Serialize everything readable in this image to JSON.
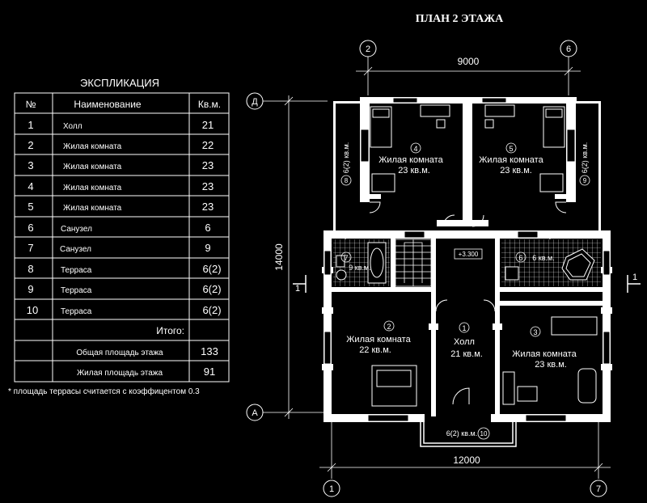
{
  "plan_title": "ПЛАН 2 ЭТАЖА",
  "explication": {
    "title": "ЭКСПЛИКАЦИЯ",
    "headers": [
      "№",
      "Наименование",
      "Кв.м."
    ],
    "rows": [
      {
        "no": "1",
        "name": "Холл",
        "area": "21"
      },
      {
        "no": "2",
        "name": "Жилая комната",
        "area": "22"
      },
      {
        "no": "3",
        "name": "Жилая комната",
        "area": "23"
      },
      {
        "no": "4",
        "name": "Жилая комната",
        "area": "23"
      },
      {
        "no": "5",
        "name": "Жилая комната",
        "area": "23"
      },
      {
        "no": "6",
        "name": "Санузел",
        "area": "6"
      },
      {
        "no": "7",
        "name": "Санузел",
        "area": "9"
      },
      {
        "no": "8",
        "name": "Терраса",
        "area": "6(2)"
      },
      {
        "no": "9",
        "name": "Терраса",
        "area": "6(2)"
      },
      {
        "no": "10",
        "name": "Терраса",
        "area": "6(2)"
      }
    ],
    "total_label": "Итого:",
    "total_general_label": "Общая площадь этажа",
    "total_general_value": "133",
    "total_living_label": "Жилая площадь этажа",
    "total_living_value": "91",
    "footnote": "* площадь террасы считается с коэффицентом 0.3"
  },
  "axes": {
    "top_left": "2",
    "top_right": "6",
    "bottom_left": "1",
    "bottom_right": "7",
    "left_top": "Д",
    "left_bottom": "А"
  },
  "dimensions": {
    "top_span": "9000",
    "bottom_span": "12000",
    "left_span": "14000"
  },
  "section_marks": {
    "left": "1",
    "right": "1"
  },
  "elevation_mark": "+3.300",
  "rooms": {
    "r1_no": "1",
    "r1_name": "Холл",
    "r1_area": "21 кв.м.",
    "r2_no": "2",
    "r2_name": "Жилая комната",
    "r2_area": "22 кв.м.",
    "r3_no": "3",
    "r3_name": "Жилая комната",
    "r3_area": "23 кв.м.",
    "r4_no": "4",
    "r4_name": "Жилая комната",
    "r4_area": "23 кв.м.",
    "r5_no": "5",
    "r5_name": "Жилая комната",
    "r5_area": "23 кв.м.",
    "r6_no": "6",
    "r6_area": "6 кв.м.",
    "r7_no": "7",
    "r7_area": "9 кв.м.",
    "r8_no": "8",
    "r8_area": "6(2) кв.м.",
    "r9_no": "9",
    "r9_area": "6(2) кв.м.",
    "r10_no": "10",
    "r10_area": "6(2) кв.м."
  }
}
